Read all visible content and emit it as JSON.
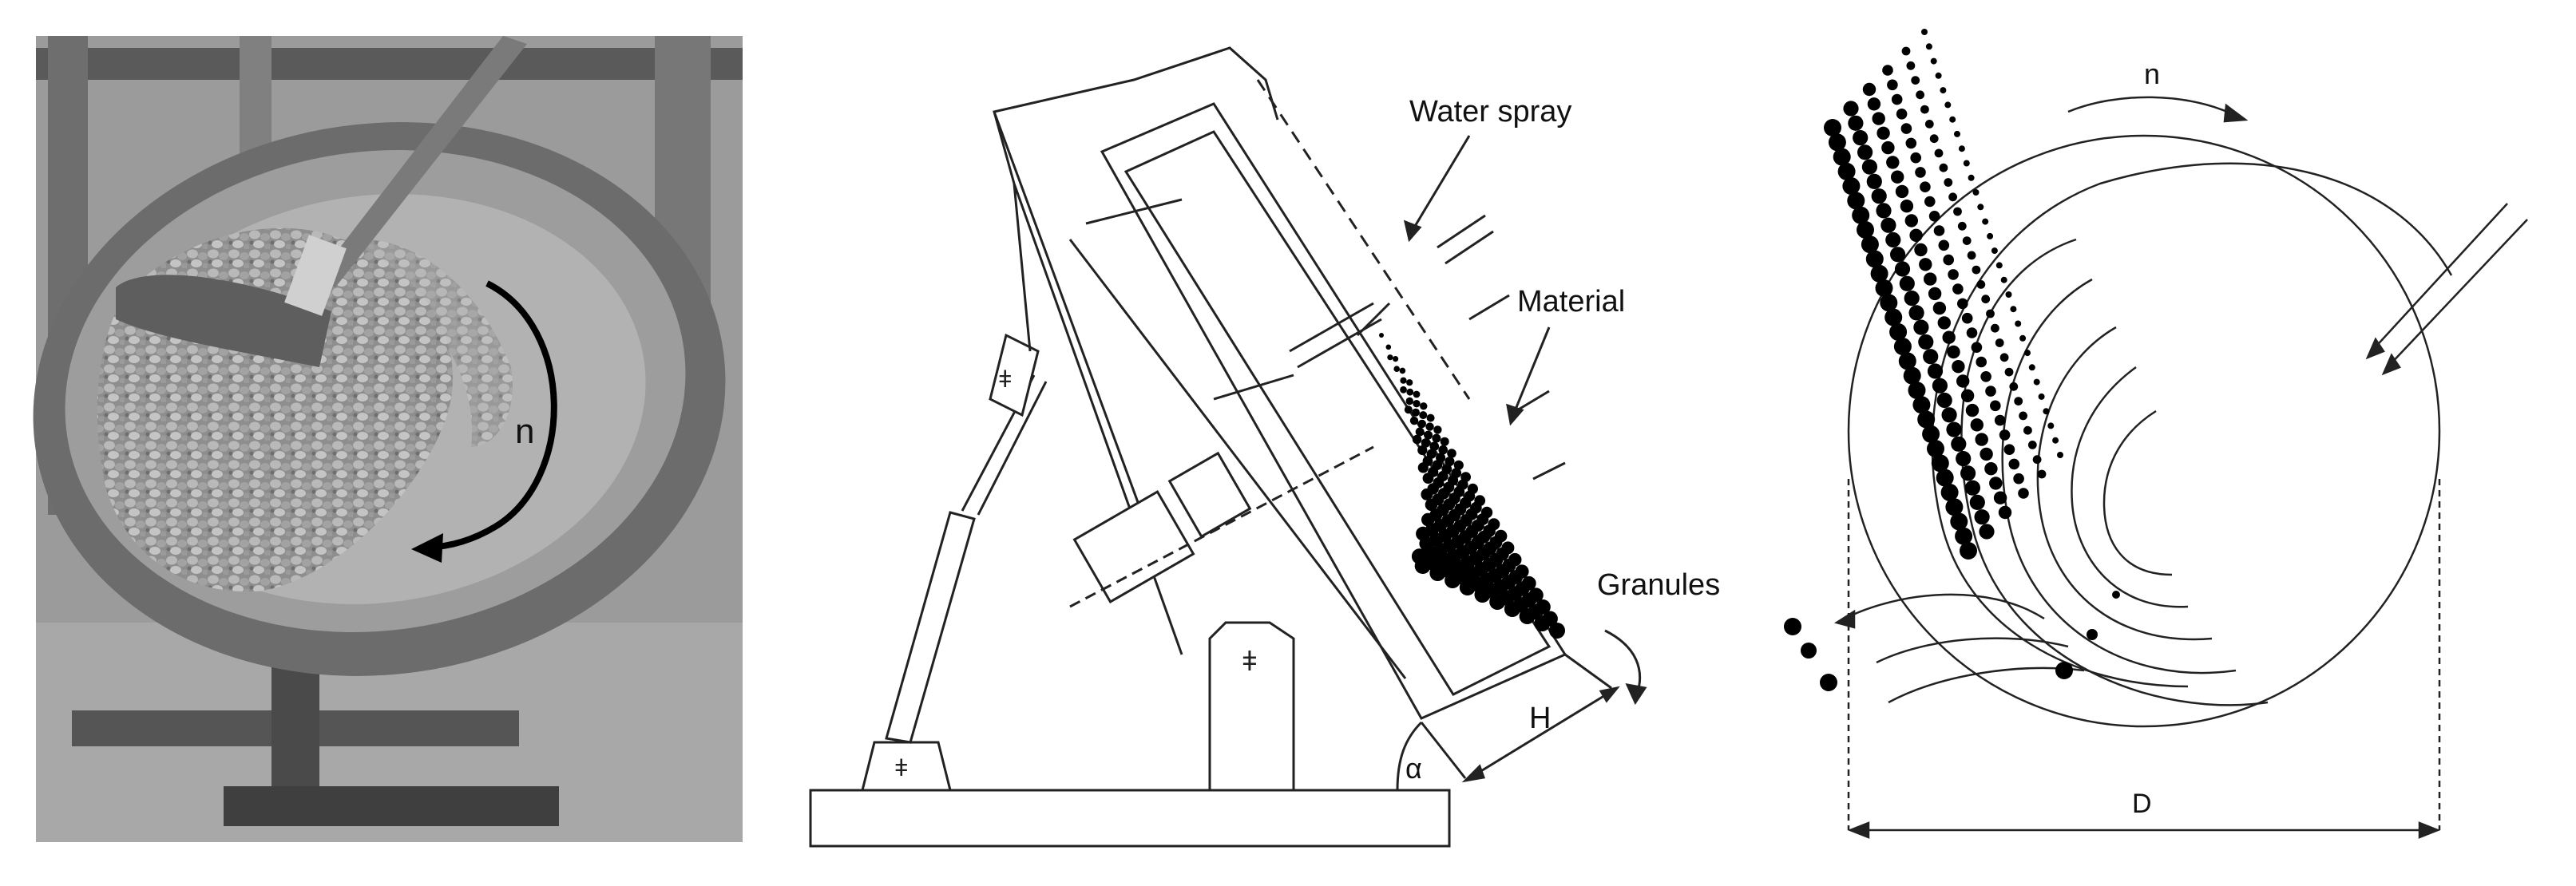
{
  "photo": {
    "rotation_label": "n"
  },
  "granulator": {
    "label_water_spray": "Water spray",
    "label_material": "Material",
    "label_granules": "Granules",
    "label_height": "H",
    "label_angle": "α"
  },
  "pan_top_view": {
    "label_rotation": "n",
    "label_diameter": "D"
  }
}
